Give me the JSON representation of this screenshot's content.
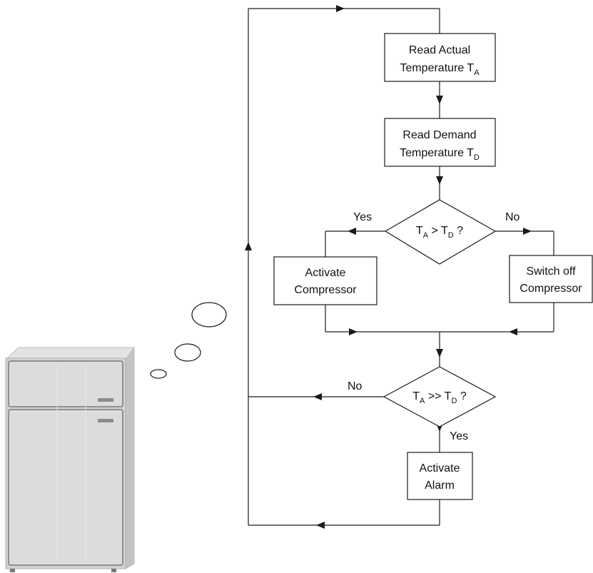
{
  "colors": {
    "line": "#1a1a1a",
    "fridge_body": "#d3d3d3",
    "fridge_panel": "#dcdcdc",
    "fridge_edge": "#9a9a9a",
    "fridge_handle": "#8c8c8c"
  },
  "icons": [
    "refrigerator-icon",
    "thought-bubble-icon"
  ],
  "steps": {
    "read_actual": {
      "line1": "Read Actual",
      "line2": "Temperature T",
      "sub": "A"
    },
    "read_demand": {
      "line1": "Read Demand",
      "line2": "Temperature T",
      "sub": "D"
    },
    "activate_compressor": {
      "line1": "Activate",
      "line2": "Compressor"
    },
    "switch_off_compressor": {
      "line1": "Switch off",
      "line2": "Compressor"
    },
    "activate_alarm": {
      "line1": "Activate",
      "line2": "Alarm"
    }
  },
  "decisions": {
    "compare": {
      "t": "T",
      "sub_a": "A",
      "op": " > T",
      "sub_d": "D",
      "q": " ?"
    },
    "alarm_check": {
      "t": "T",
      "sub_a": "A",
      "op": " >> T",
      "sub_d": "D",
      "q": " ?"
    }
  },
  "branches": {
    "compare_yes": "Yes",
    "compare_no": "No",
    "alarm_no": "No",
    "alarm_yes": "Yes"
  }
}
